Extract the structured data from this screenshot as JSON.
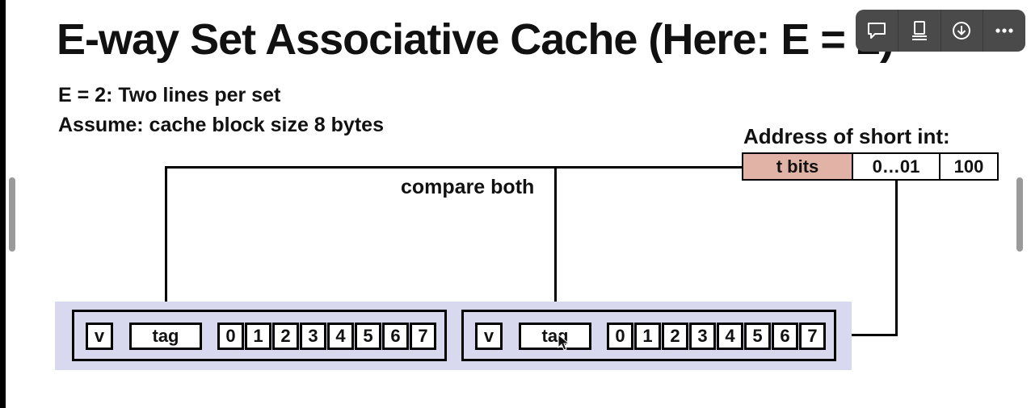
{
  "slide": {
    "title": "E-way Set Associative Cache (Here: E = 2)",
    "line1": "E = 2: Two lines per set",
    "line2": "Assume: cache block size 8 bytes",
    "address_label": "Address of short int:",
    "compare_label": "compare both",
    "address_fields": [
      "t bits",
      "0…01",
      "100"
    ],
    "lines": [
      {
        "valid_label": "v",
        "tag_label": "tag",
        "bytes": [
          "0",
          "1",
          "2",
          "3",
          "4",
          "5",
          "6",
          "7"
        ]
      },
      {
        "valid_label": "v",
        "tag_label": "tag",
        "bytes": [
          "0",
          "1",
          "2",
          "3",
          "4",
          "5",
          "6",
          "7"
        ]
      }
    ]
  },
  "toolbar": {
    "buttons": [
      "comment-icon",
      "tablet-icon",
      "download-icon",
      "more-icon"
    ]
  },
  "colors": {
    "tag_bits_fill": "#e0b3a6",
    "set_background": "#d8d8ee",
    "toolbar_bg": "#4a4a4a"
  }
}
